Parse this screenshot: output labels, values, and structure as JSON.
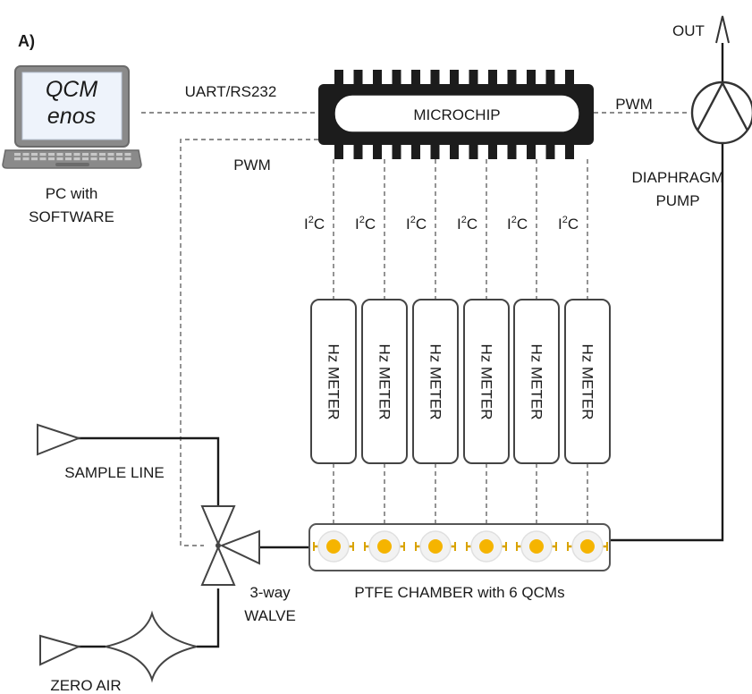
{
  "panel_label": "A)",
  "labels": {
    "software_screen_line1": "QCM",
    "software_screen_line2": "enos",
    "pc_line1": "PC with",
    "pc_line2": "SOFTWARE",
    "uart": "UART/RS232",
    "microchip": "MICROCHIP",
    "pwm_left": "PWM",
    "pwm_right": "PWM",
    "out": "OUT",
    "pump_line1": "DIAPHRAGM",
    "pump_line2": "PUMP",
    "sample_line": "SAMPLE LINE",
    "valve_line1": "3-way",
    "valve_line2": "WALVE",
    "chamber": "PTFE CHAMBER with 6 QCMs",
    "zero_air": "ZERO AIR"
  },
  "i2c": {
    "prefix": "I",
    "sup": "2",
    "suffix": "C"
  },
  "hz_meters": [
    "Hz METER",
    "Hz METER",
    "Hz METER",
    "Hz METER",
    "Hz METER",
    "Hz METER"
  ],
  "colors": {
    "screen": "#2f63b8",
    "qcm_fill": "#f5b400",
    "chip": "#1c1c1c",
    "line": "#1a1a1a"
  }
}
